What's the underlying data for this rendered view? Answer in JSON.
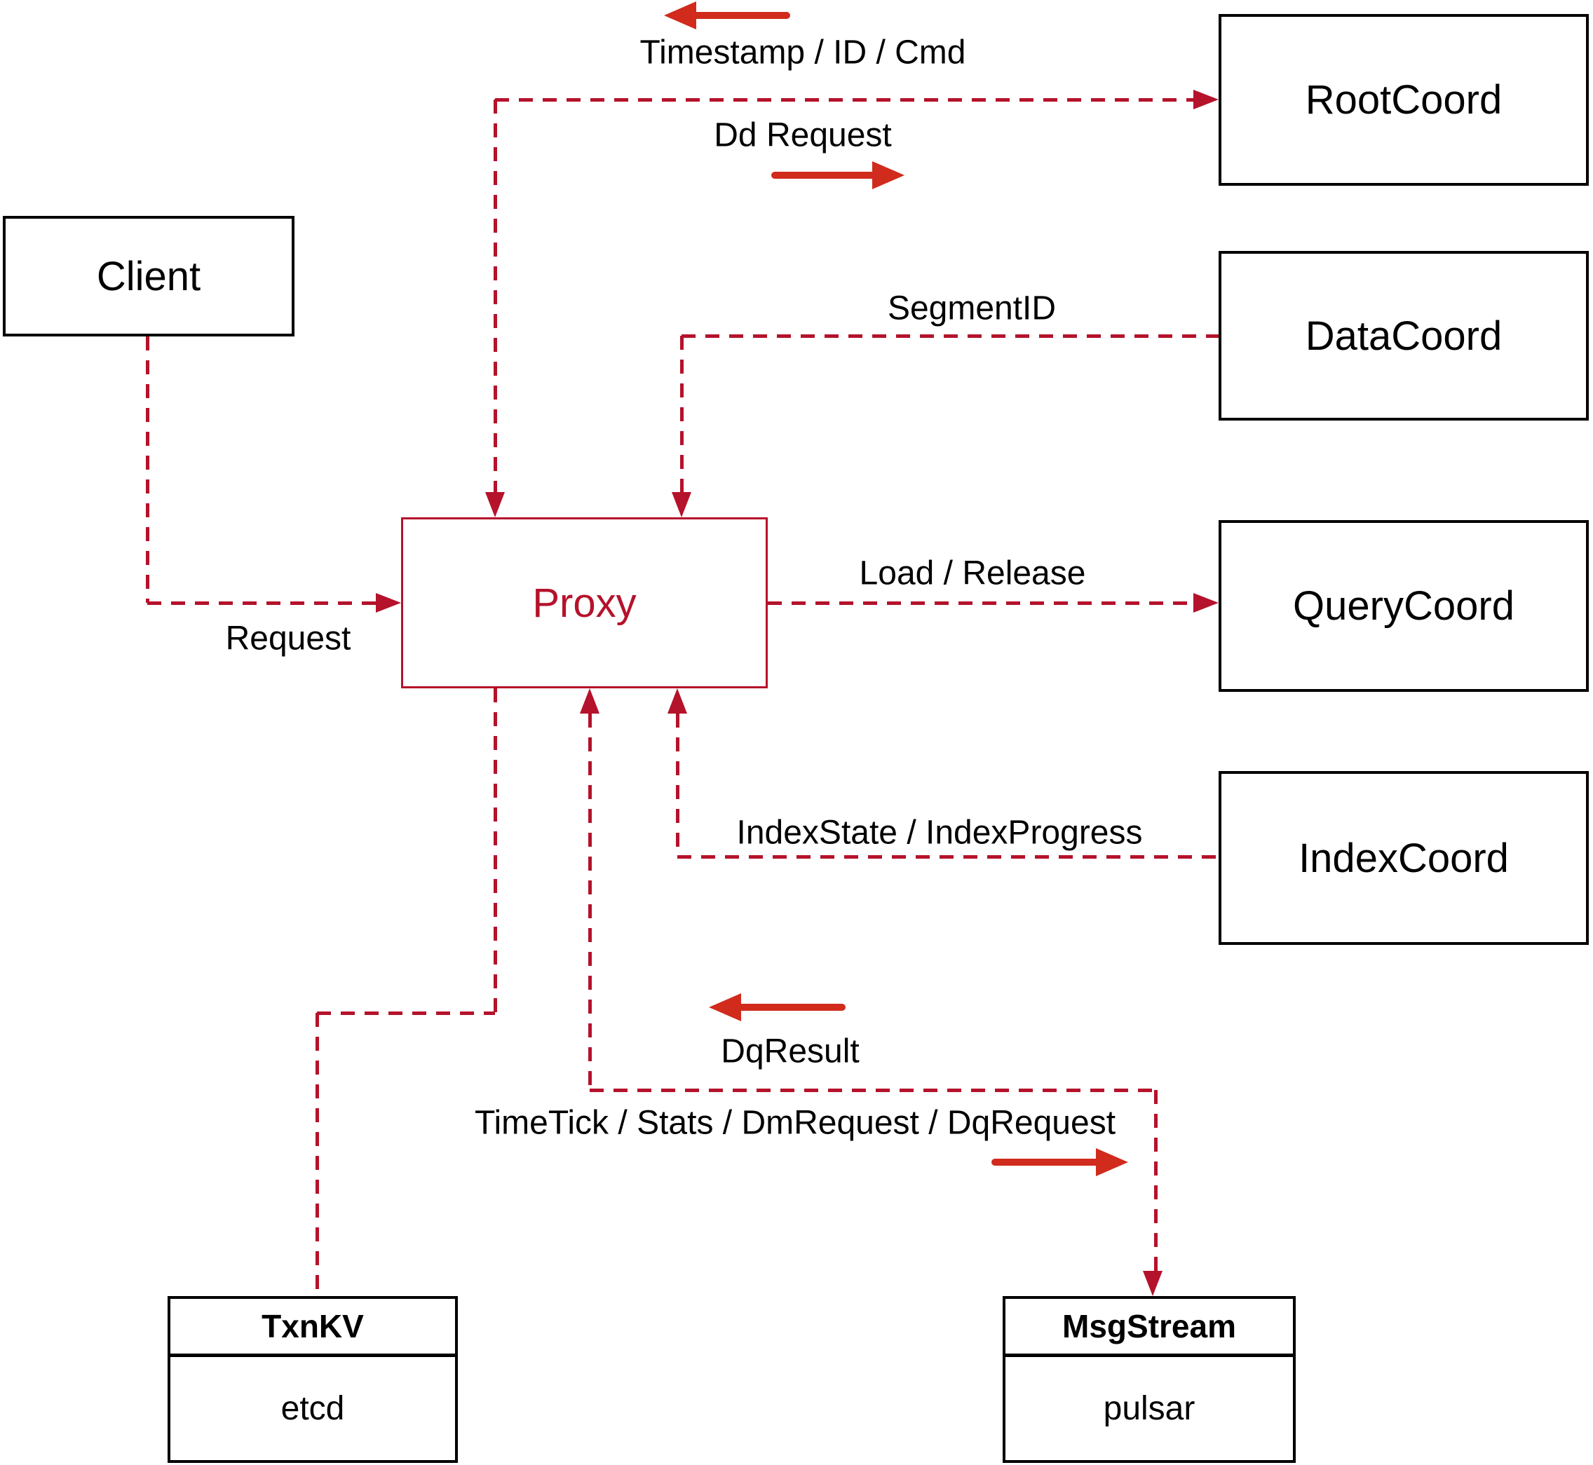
{
  "diagram": {
    "nodes": {
      "client": {
        "label": "Client"
      },
      "proxy": {
        "label": "Proxy"
      },
      "root_coord": {
        "label": "RootCoord"
      },
      "data_coord": {
        "label": "DataCoord"
      },
      "query_coord": {
        "label": "QueryCoord"
      },
      "index_coord": {
        "label": "IndexCoord"
      },
      "txn_kv": {
        "title": "TxnKV",
        "impl": "etcd"
      },
      "msg_stream": {
        "title": "MsgStream",
        "impl": "pulsar"
      }
    },
    "edge_labels": {
      "timestamp_id_cmd": "Timestamp / ID / Cmd",
      "dd_request": "Dd Request",
      "segment_id": "SegmentID",
      "load_release": "Load / Release",
      "index_state_progress": "IndexState / IndexProgress",
      "request": "Request",
      "dq_result": "DqResult",
      "timetick_stats": "TimeTick / Stats / DmRequest / DqRequest"
    },
    "icons": {
      "solid_arrow_left_top": "left-arrow (RootCoord to Proxy direction)",
      "solid_arrow_right_top": "right-arrow (Proxy to RootCoord direction)",
      "solid_arrow_left_bottom": "left-arrow (MsgStream to Proxy direction)",
      "solid_arrow_right_bottom": "right-arrow (Proxy to MsgStream direction)"
    },
    "colors": {
      "line_red": "#b5122b",
      "arrow_red": "#d02b1c",
      "box_black": "#000000",
      "text_black": "#000000",
      "background": "#ffffff"
    }
  }
}
